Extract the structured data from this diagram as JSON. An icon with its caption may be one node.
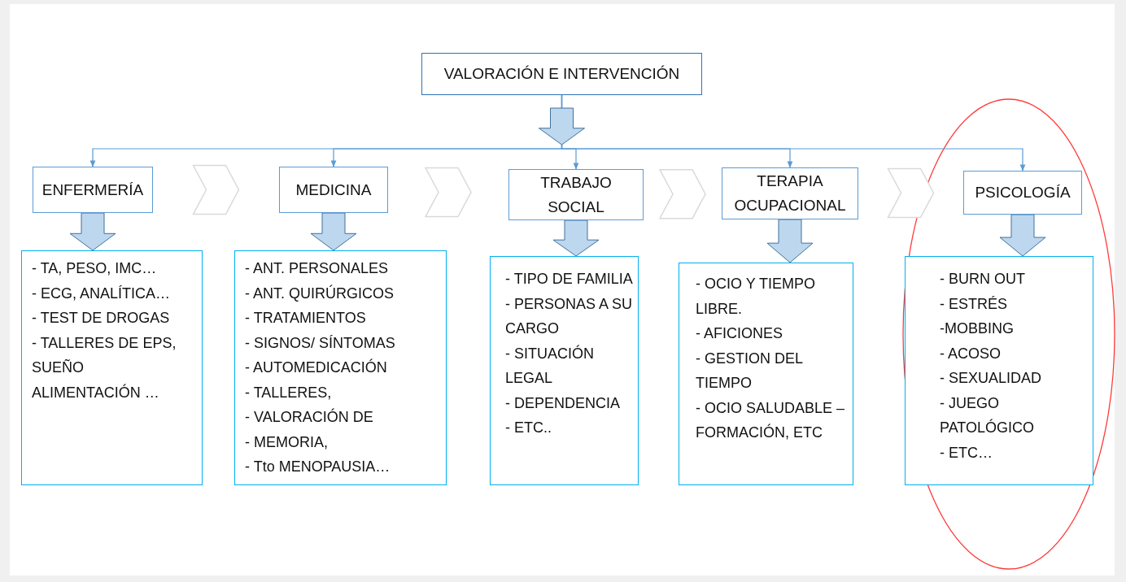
{
  "diagram": {
    "nodes": [
      {
        "text": [
          "VALORACIÓN E INTERVENCIÓN"
        ]
      },
      {
        "text": [
          "ENFERMERÍA"
        ]
      },
      {
        "text": [
          "MEDICINA"
        ]
      },
      {
        "text": [
          "TRABAJO SOCIAL"
        ]
      },
      {
        "text": [
          "TERAPIA OCUPACIONAL"
        ]
      },
      {
        "text": [
          "PSICOLOGÍA"
        ]
      },
      {
        "text": [
          "- TA, PESO, IMC…",
          "- ECG, ANALÍTICA…",
          "- TEST DE DROGAS",
          "- TALLERES DE EPS, SUEÑO ALIMENTACIÓN …"
        ]
      },
      {
        "text": [
          "- ANT. PERSONALES",
          "- ANT. QUIRÚRGICOS",
          "- TRATAMIENTOS",
          "- SIGNOS/ SÍNTOMAS",
          "- AUTOMEDICACIÓN",
          "- TALLERES,",
          "- VALORACIÓN DE",
          "- MEMORIA,",
          "- Tto MENOPAUSIA…"
        ]
      },
      {
        "text": [
          "- TIPO DE FAMILIA",
          "- PERSONAS A SU CARGO",
          "- SITUACIÓN LEGAL",
          "- DEPENDENCIA",
          "- ETC.."
        ]
      },
      {
        "text": [
          "- OCIO Y TIEMPO LIBRE.",
          "- AFICIONES",
          "- GESTION DEL TIEMPO",
          "- OCIO SALUDABLE – FORMACIÓN, ETC"
        ]
      },
      {
        "text": [
          "- BURN OUT",
          "- ESTRÉS",
          "-MOBBING",
          "- ACOSO",
          "- SEXUALIDAD",
          "- JUEGO PATOLÓGICO",
          "- ETC…"
        ]
      }
    ],
    "edges": [
      {
        "from": 0,
        "to": 1,
        "arrow": "to"
      },
      {
        "from": 0,
        "to": 2,
        "arrow": "to"
      },
      {
        "from": 0,
        "to": 3,
        "arrow": "to"
      },
      {
        "from": 0,
        "to": 4,
        "arrow": "to"
      },
      {
        "from": 0,
        "to": 5,
        "arrow": "to"
      },
      {
        "from": 1,
        "to": 6,
        "arrow": "to",
        "style": "thick"
      },
      {
        "from": 2,
        "to": 7,
        "arrow": "to",
        "style": "thick"
      },
      {
        "from": 3,
        "to": 8,
        "arrow": "to",
        "style": "thick"
      },
      {
        "from": 4,
        "to": 9,
        "arrow": "to",
        "style": "thick"
      },
      {
        "from": 5,
        "to": 10,
        "arrow": "to",
        "style": "thick"
      },
      {
        "from": 1,
        "to": 2,
        "arrow": "to",
        "style": "thick",
        "color": "#d9d9d9"
      },
      {
        "from": 2,
        "to": 3,
        "arrow": "to",
        "style": "thick",
        "color": "#d9d9d9"
      },
      {
        "from": 3,
        "to": 4,
        "arrow": "to",
        "style": "thick",
        "color": "#d9d9d9"
      },
      {
        "from": 4,
        "to": 5,
        "arrow": "to",
        "style": "thick",
        "color": "#d9d9d9"
      }
    ]
  }
}
